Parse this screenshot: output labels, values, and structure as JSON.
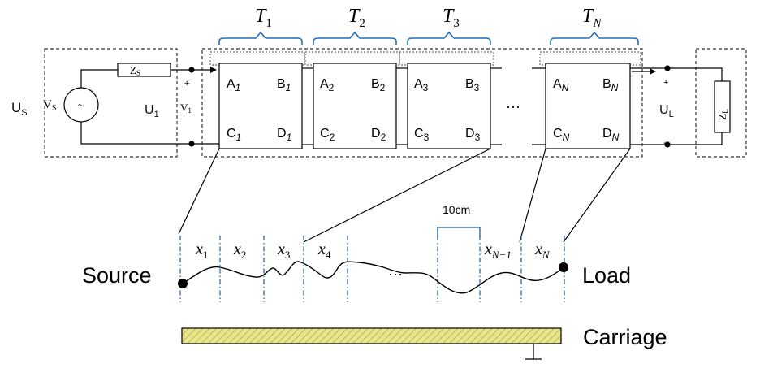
{
  "circuit": {
    "source_voltage_node": "U",
    "source_voltage_sub": "S",
    "vs_symbol": "V",
    "vs_sub": "S",
    "zs_symbol": "Z",
    "zs_sub": "S",
    "u1_symbol": "U",
    "u1_sub": "1",
    "v1_symbol": "V",
    "v1_sub": "1",
    "plus": "+",
    "minus": "−",
    "ellipsis": "···",
    "ul_symbol": "U",
    "ul_sub": "L",
    "zl_symbol": "Z",
    "zl_sub": "L",
    "blocks": [
      {
        "T": "T",
        "T_sub": "1",
        "A": "A",
        "B": "B",
        "C": "C",
        "D": "D",
        "sub": "1",
        "italic_sub": true
      },
      {
        "T": "T",
        "T_sub": "2",
        "A": "A",
        "B": "B",
        "C": "C",
        "D": "D",
        "sub": "2",
        "italic_sub": false
      },
      {
        "T": "T",
        "T_sub": "3",
        "A": "A",
        "B": "B",
        "C": "C",
        "D": "D",
        "sub": "3",
        "italic_sub": false
      },
      {
        "T": "T",
        "T_sub": "N",
        "A": "A",
        "B": "B",
        "C": "C",
        "D": "D",
        "sub": "N",
        "italic_sub": true
      }
    ]
  },
  "cable": {
    "source_label": "Source",
    "load_label": "Load",
    "carriage_label": "Carriage",
    "segment_length": "10cm",
    "ellipsis": "···",
    "segments": [
      {
        "base": "x",
        "sub": "1"
      },
      {
        "base": "x",
        "sub": "2"
      },
      {
        "base": "x",
        "sub": "3"
      },
      {
        "base": "x",
        "sub": "4"
      },
      {
        "base": "x",
        "sub": "N−1"
      },
      {
        "base": "x",
        "sub": "N"
      }
    ]
  }
}
